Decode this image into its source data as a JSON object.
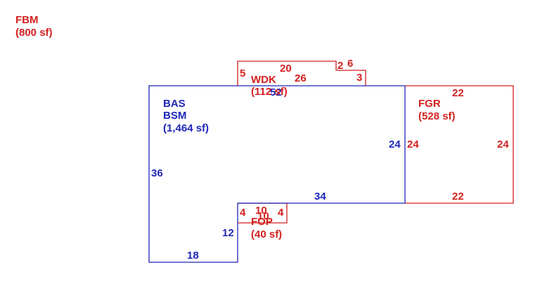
{
  "colors": {
    "red": "#d42020",
    "blue": "#1f26b8"
  },
  "legend": {
    "name": "FBM",
    "area": "(800 sf)"
  },
  "areas": {
    "main": {
      "label1": "BAS",
      "label2": "BSM",
      "area": "(1,464 sf)"
    },
    "garage": {
      "label": "FGR",
      "area": "(528 sf)"
    },
    "deck": {
      "label": "WDK",
      "area": "(112 sf)"
    },
    "porch": {
      "label": "FOP",
      "area": "(40 sf)"
    }
  },
  "dimensions": {
    "main": {
      "top": "52",
      "right": "24",
      "bottom_right": "34",
      "left": "36",
      "step_right": "12",
      "bottom": "18"
    },
    "garage": {
      "top": "22",
      "left": "24",
      "right": "24",
      "bottom": "22"
    },
    "deck": {
      "left": "5",
      "top": "20",
      "notch_left": "2",
      "notch_top": "6",
      "right": "3",
      "bottom": "26"
    },
    "porch": {
      "left": "4",
      "top": "10",
      "bottom": "10",
      "right": "4"
    }
  }
}
